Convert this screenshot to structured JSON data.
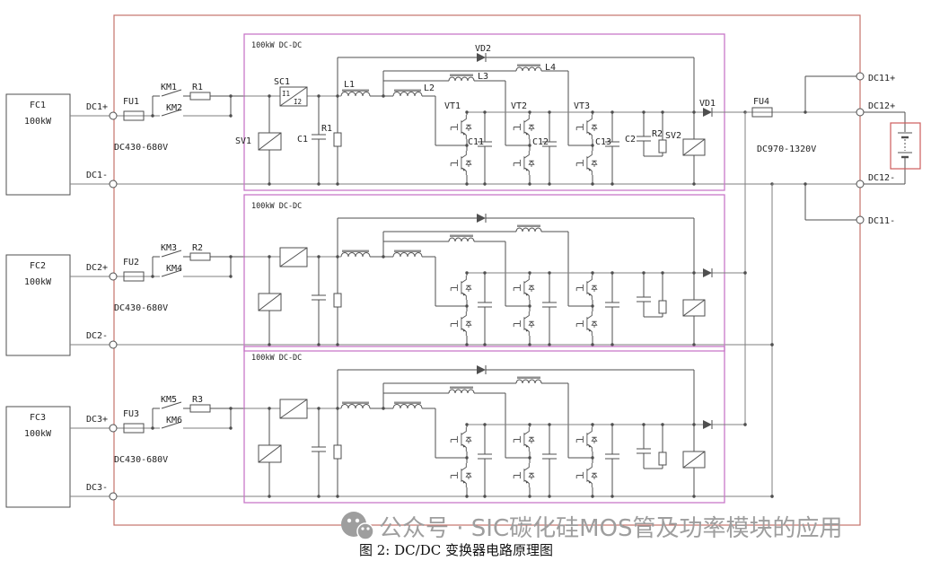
{
  "figure": {
    "caption": "图 2: DC/DC 变换器电路原理图",
    "watermark": "公众号 · SIC碳化硅MOS管及功率模块的应用"
  },
  "rows": [
    {
      "source": "FC1",
      "power": "100kW",
      "pos_terminal": "DC1+",
      "neg_terminal": "DC1-",
      "fuse": "FU1",
      "contactor_top": "KM1",
      "precharge_resistor": "R1",
      "contactor_main": "KM2",
      "input_voltage": "DC430-680V",
      "block_title": "100kW DC-DC"
    },
    {
      "source": "FC2",
      "power": "100kW",
      "pos_terminal": "DC2+",
      "neg_terminal": "DC2-",
      "fuse": "FU2",
      "contactor_top": "KM3",
      "precharge_resistor": "R2",
      "contactor_main": "KM4",
      "input_voltage": "DC430-680V",
      "block_title": "100kW DC-DC"
    },
    {
      "source": "FC3",
      "power": "100kW",
      "pos_terminal": "DC3+",
      "neg_terminal": "DC3-",
      "fuse": "FU3",
      "contactor_top": "KM5",
      "precharge_resistor": "R3",
      "contactor_main": "KM6",
      "input_voltage": "DC430-680V",
      "block_title": "100kW DC-DC"
    }
  ],
  "converter1": {
    "sensor": "SC1",
    "sensor_in": "I1",
    "sensor_out": "I2",
    "surge_in": "SV1",
    "cap_in": "C1",
    "res_in": "R1",
    "l1": "L1",
    "l2": "L2",
    "l3": "L3",
    "l4": "L4",
    "vt1": "VT1",
    "vt2": "VT2",
    "vt3": "VT3",
    "c11": "C11",
    "c12": "C12",
    "c13": "C13",
    "snubber_cap": "C2",
    "snubber_res": "R2",
    "surge_out": "SV2",
    "diode_out": "VD1",
    "diode_bypass": "VD2"
  },
  "output": {
    "fuse": "FU4",
    "voltage": "DC970-1320V",
    "terminals": {
      "t1_pos": "DC11+",
      "t2_pos": "DC12+",
      "t2_neg": "DC12-",
      "t1_neg": "DC11-"
    }
  },
  "colors": {
    "border-red": "#c4736c",
    "block-magenta": "#c878c8",
    "battery-red": "#cd5c5c",
    "watermark-gray": "#9e9e9e",
    "wire": "#4f4f4f",
    "rail": "#7f7f7f",
    "text": "#1f1f1f"
  }
}
